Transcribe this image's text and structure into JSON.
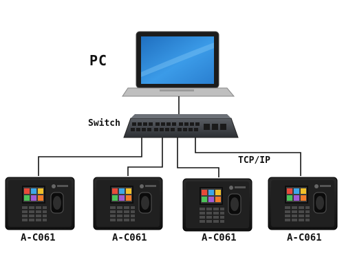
{
  "labels": {
    "pc": "PC",
    "switch": "Switch",
    "protocol": "TCP/IP"
  },
  "devices": [
    {
      "model": "A-C061"
    },
    {
      "model": "A-C061"
    },
    {
      "model": "A-C061"
    },
    {
      "model": "A-C061"
    }
  ],
  "colors": {
    "line": "#111111",
    "device_body": "#1b1b1b",
    "laptop_screen": "#2f86d6",
    "switch_body": "#3a3d42"
  }
}
